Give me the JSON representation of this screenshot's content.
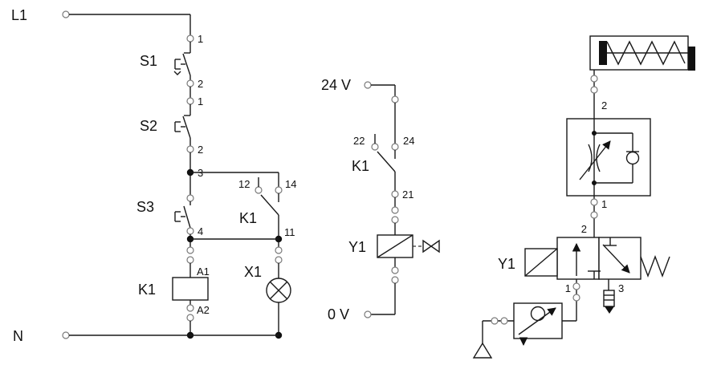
{
  "electrical_main_circuit": {
    "top_rail": "L1",
    "bottom_rail": "N",
    "s1": {
      "name": "S1",
      "terminal_top": "1",
      "terminal_bottom": "2"
    },
    "s2": {
      "name": "S2",
      "terminal_top": "1",
      "terminal_bottom": "2"
    },
    "junction_3": "3",
    "s3": {
      "name": "S3",
      "terminal_bottom": "4"
    },
    "k1_contact": {
      "name": "K1",
      "terminal_nc": "12",
      "terminal_no": "14",
      "terminal_common": "11"
    },
    "k1_coil": {
      "name": "K1",
      "terminal_a1": "A1",
      "terminal_a2": "A2"
    },
    "lamp": {
      "name": "X1"
    }
  },
  "control_circuit": {
    "top_rail": "24 V",
    "bottom_rail": "0 V",
    "k1_contact": {
      "name": "K1",
      "terminal_nc": "22",
      "terminal_no": "24",
      "terminal_common": "21"
    },
    "y1_coil": {
      "name": "Y1"
    }
  },
  "pneumatic_circuit": {
    "flow_control_valve": {
      "port_out": "2",
      "port_in": "1"
    },
    "directional_valve": {
      "name": "Y1",
      "port_out": "2",
      "port_in": "1",
      "port_exhaust": "3"
    }
  },
  "colors": {
    "line": "#1a1a1a",
    "port_ring": "#7a7a7a",
    "background": "#ffffff"
  }
}
